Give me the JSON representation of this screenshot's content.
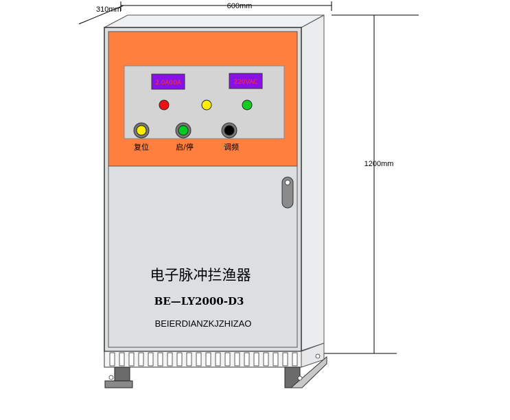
{
  "dimensions": {
    "depth_label": "310mm",
    "width_label": "600mm",
    "height_label": "1200mm"
  },
  "panel": {
    "display_left": "2.0A00A",
    "display_right": "220VAC",
    "buttons": [
      {
        "label": "复位",
        "color": "#ffee00"
      },
      {
        "label": "启/停",
        "color": "#00cc22"
      },
      {
        "label": "调频",
        "color": "#000000"
      }
    ],
    "indicator_lights": [
      "#ee1111",
      "#ffee00",
      "#11cc22"
    ]
  },
  "cabinet": {
    "title": "电子脉冲拦渔器",
    "model": "BE—LY2000-D3",
    "maker": "BEIERDIANZKJZHIZAO"
  },
  "colors": {
    "panel_orange": "#ff7f3f",
    "cabinet_body": "#dcdfe2",
    "side_face": "#eaecee",
    "display_purple": "#8a10e8",
    "display_text": "#ff3030"
  }
}
